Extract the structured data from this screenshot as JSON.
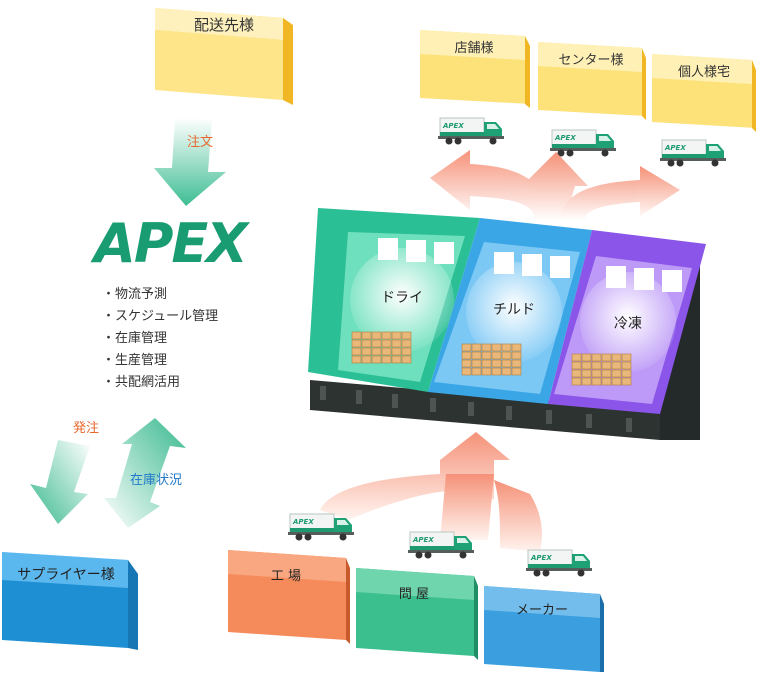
{
  "customer_box": {
    "label": "配送先様"
  },
  "order_label": "注文",
  "logo": {
    "text": "APEX"
  },
  "services": [
    "・物流予測",
    "・スケジュール管理",
    "・在庫管理",
    "・生産管理",
    "・共配網活用"
  ],
  "supplier_box": {
    "label": "サプライヤー様"
  },
  "supply_flow": {
    "order_label": "発注",
    "stock_label": "在庫状況"
  },
  "destinations": [
    {
      "label": "店舗様"
    },
    {
      "label": "センター様"
    },
    {
      "label": "個人様宅"
    }
  ],
  "warehouse": {
    "zones": [
      {
        "label": "ドライ",
        "color": "#2bbf96"
      },
      {
        "label": "チルド",
        "color": "#3aa6e6"
      },
      {
        "label": "冷凍",
        "color": "#8a55e8"
      }
    ]
  },
  "sources": [
    {
      "label": "工 場",
      "color": "#f07a48"
    },
    {
      "label": "問 屋",
      "color": "#3cbf8f"
    },
    {
      "label": "メーカー",
      "color": "#3a9edf"
    }
  ],
  "truck_logo": "APEX"
}
